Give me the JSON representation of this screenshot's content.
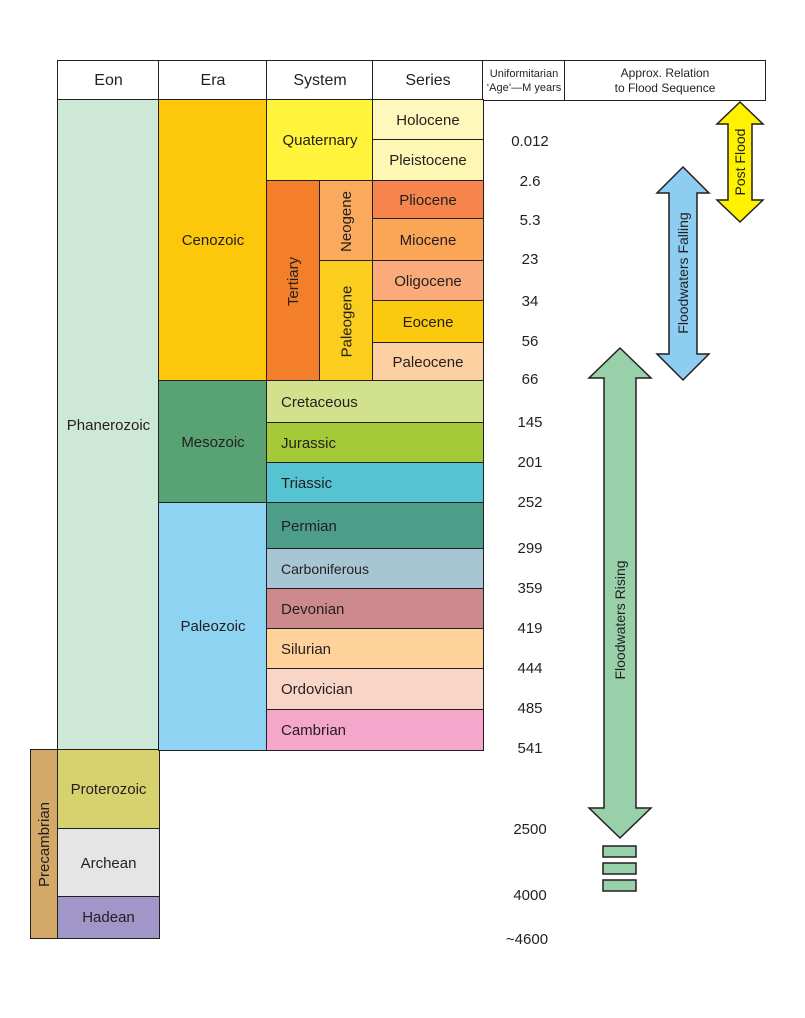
{
  "headers": {
    "eon": "Eon",
    "era": "Era",
    "system": "System",
    "series": "Series",
    "age_line1": "Uniformitarian",
    "age_line2": "‘Age’—M years",
    "flood_line1": "Approx. Relation",
    "flood_line2": "to Flood Sequence"
  },
  "eons": {
    "phanerozoic": "Phanerozoic",
    "precambrian": "Precambrian",
    "proterozoic": "Proterozoic",
    "archean": "Archean",
    "hadean": "Hadean"
  },
  "eras": {
    "cenozoic": "Cenozoic",
    "mesozoic": "Mesozoic",
    "paleozoic": "Paleozoic"
  },
  "systems": {
    "quaternary": "Quaternary",
    "tertiary": "Tertiary",
    "neogene": "Neogene",
    "paleogene": "Paleogene",
    "cretaceous": "Cretaceous",
    "jurassic": "Jurassic",
    "triassic": "Triassic",
    "permian": "Permian",
    "carboniferous": "Carboniferous",
    "devonian": "Devonian",
    "silurian": "Silurian",
    "ordovician": "Ordovician",
    "cambrian": "Cambrian"
  },
  "series": {
    "holocene": "Holocene",
    "pleistocene": "Pleistocene",
    "pliocene": "Pliocene",
    "miocene": "Miocene",
    "oligocene": "Oligocene",
    "eocene": "Eocene",
    "paleocene": "Paleocene"
  },
  "ages": [
    "0.012",
    "2.6",
    "5.3",
    "23",
    "34",
    "56",
    "66",
    "145",
    "201",
    "252",
    "299",
    "359",
    "419",
    "444",
    "485",
    "541",
    "2500",
    "4000",
    "~4600"
  ],
  "flood": {
    "post_flood": "Post Flood",
    "falling": "Floodwaters Falling",
    "rising": "Floodwaters Rising"
  },
  "colors": {
    "phanerozoic": "#cde8d6",
    "precambrian": "#d4a866",
    "proterozoic": "#d7d26e",
    "archean": "#e5e5e5",
    "hadean": "#a096c8",
    "cenozoic": "#fdc70c",
    "mesozoic": "#58a273",
    "paleozoic": "#8fd3f3",
    "quaternary": "#fff33b",
    "tertiary": "#f37f2a",
    "neogene": "#fbaa5d",
    "paleogene": "#fbcd1f",
    "holocene": "#fff8bc",
    "pleistocene": "#fff8b4",
    "pliocene": "#f5844d",
    "miocene": "#fba557",
    "oligocene": "#fbab7a",
    "eocene": "#fbc90e",
    "paleocene": "#fdd0a1",
    "cretaceous": "#d1e18c",
    "jurassic": "#a4cb37",
    "triassic": "#55c3d1",
    "permian": "#4c9e8a",
    "carboniferous": "#a7c6d3",
    "devonian": "#cd8a8d",
    "silurian": "#fed29a",
    "ordovician": "#f8d5c6",
    "cambrian": "#f4a7ca",
    "post_flood_arrow": "#fff200",
    "falling_arrow": "#8ccdf1",
    "rising_arrow": "#98d1a9"
  }
}
